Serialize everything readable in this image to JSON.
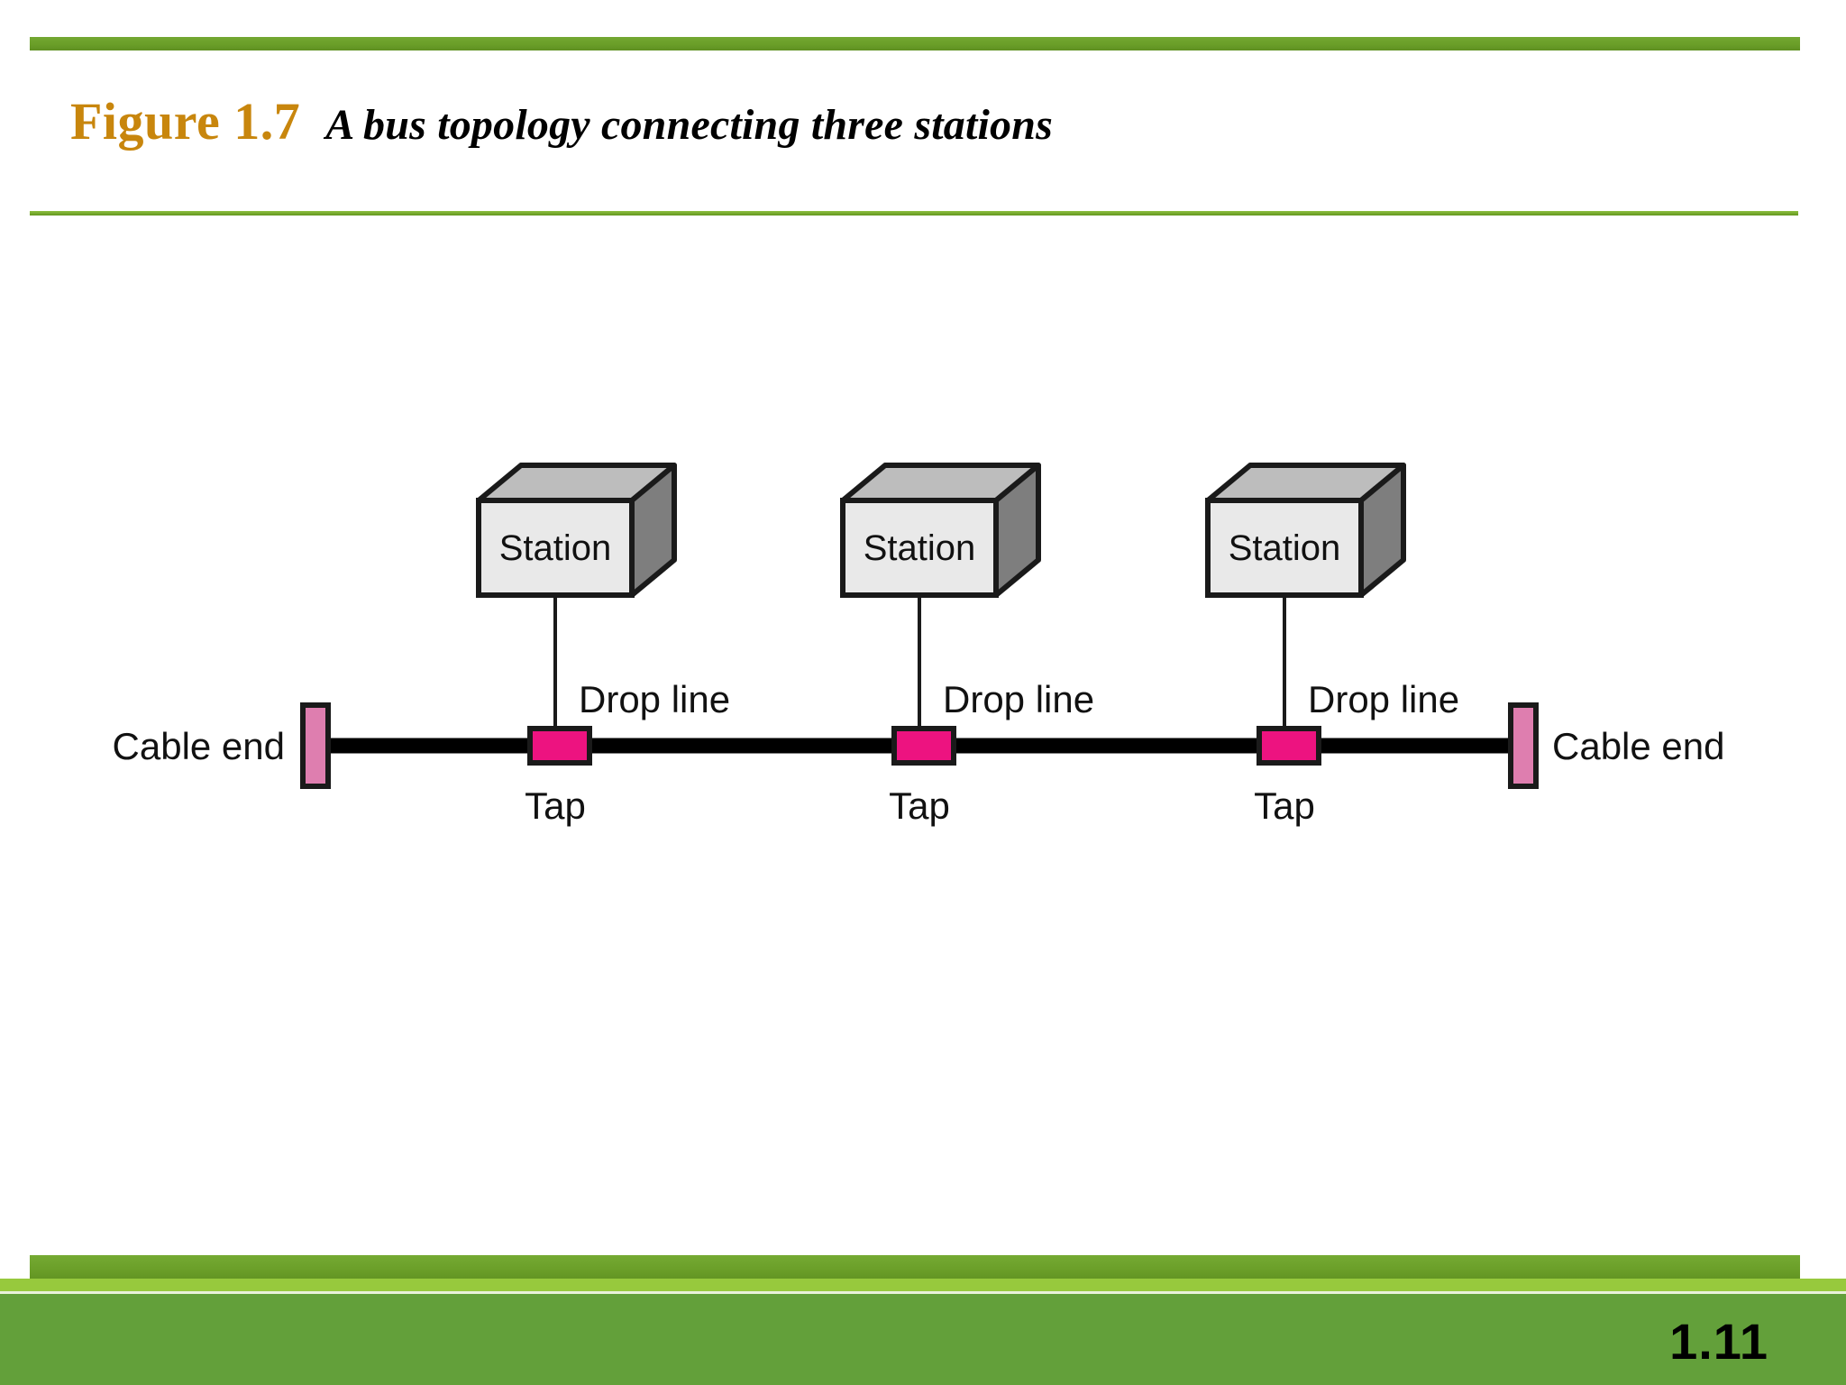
{
  "slide": {
    "page_number": "1.11",
    "accent_green": "#6A9E28",
    "footer_green": "#63A03A",
    "light_green": "#97C93D",
    "title_gold": "#C8860D"
  },
  "header": {
    "figure_label": "Figure 1.7",
    "figure_caption": "A bus topology connecting three stations"
  },
  "diagram": {
    "type": "bus-topology",
    "colors": {
      "tap_fill": "#ED1380",
      "cable_end_fill": "#DE7EAF",
      "backbone": "#000000",
      "box_front": "#E9E9E9",
      "box_top": "#BDBDBD",
      "box_side": "#7E7E7E",
      "outline": "#1A1A1A"
    },
    "cable_end_left_label": "Cable end",
    "cable_end_right_label": "Cable end",
    "stations": [
      {
        "station_label": "Station",
        "drop_line_label": "Drop line",
        "tap_label": "Tap"
      },
      {
        "station_label": "Station",
        "drop_line_label": "Drop line",
        "tap_label": "Tap"
      },
      {
        "station_label": "Station",
        "drop_line_label": "Drop line",
        "tap_label": "Tap"
      }
    ]
  }
}
